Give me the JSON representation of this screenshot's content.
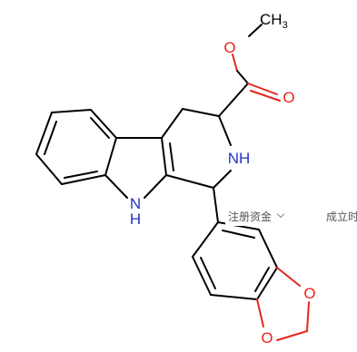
{
  "molecule": {
    "atoms": {
      "methyl": "CH3",
      "ester_o": "O",
      "carbonyl_o": "O",
      "ring_nh": "NH",
      "indole_nh": "NH",
      "dioxole_o1": "O",
      "dioxole_o2": "O"
    }
  },
  "overlay": {
    "left_text": "注册资金",
    "right_text": "成立时"
  },
  "colors": {
    "carbon": "#000000",
    "oxygen": "#e8241c",
    "nitrogen": "#2531c7"
  }
}
